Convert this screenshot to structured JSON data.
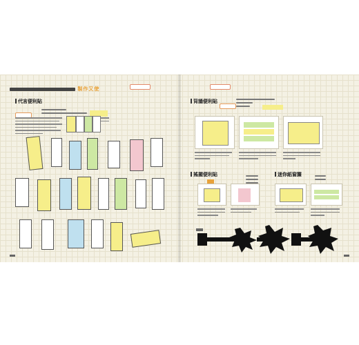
{
  "header": {
    "accent_text": "製作又使"
  },
  "left_page": {
    "sections": [
      {
        "heading": "代言便利貼"
      }
    ]
  },
  "right_page": {
    "sections": [
      {
        "heading": "背誦便利貼"
      },
      {
        "heading": "搖擺便利貼"
      },
      {
        "heading": "迷你紙窗簾"
      }
    ]
  },
  "colors": {
    "paper": "#f4f1e4",
    "grid": "#e6e1cc",
    "accent_orange": "#e8a23a",
    "sticky_yellow": "#f6ee8a",
    "sticky_green": "#cde8a3",
    "sticky_blue": "#bfe0ef",
    "sticky_pink": "#f3c7cf",
    "ink_black": "#111111"
  }
}
